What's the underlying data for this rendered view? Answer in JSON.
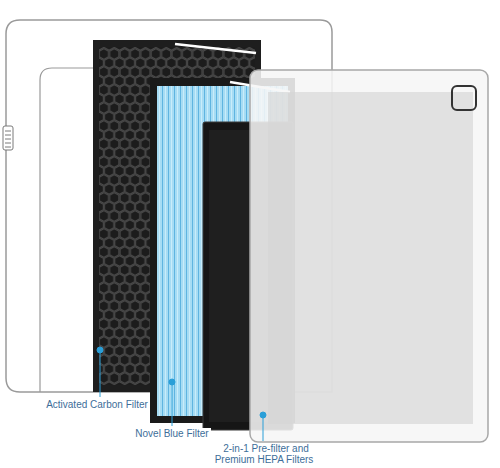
{
  "diagram": {
    "labels": [
      "Activated Carbon Filter",
      "Novel Blue Filter",
      "2-in-1 Pre-filter and Premium HEPA Filters"
    ]
  }
}
